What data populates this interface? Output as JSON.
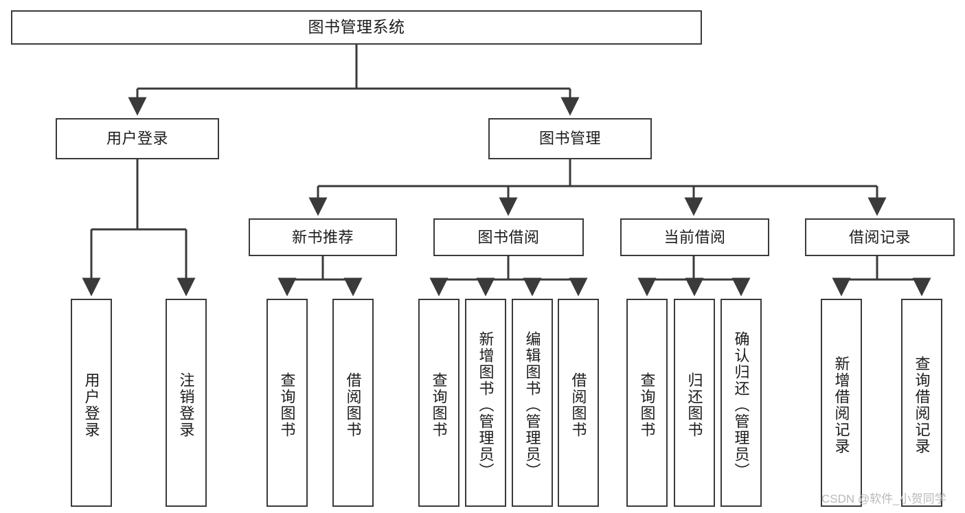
{
  "diagram": {
    "type": "tree-hierarchy",
    "title": "图书管理系统",
    "orientation": "top-down",
    "colors": {
      "box_border": "#3a3a3a",
      "box_fill": "#ffffff",
      "connector": "#3a3a3a",
      "text": "#1c1c1c",
      "watermark": "#b9b9b9",
      "background": "#ffffff"
    }
  },
  "root": {
    "label": "图书管理系统"
  },
  "level2": [
    {
      "id": "user-login",
      "label": "用户登录"
    },
    {
      "id": "book-manage",
      "label": "图书管理"
    }
  ],
  "level3": [
    {
      "id": "new-book-recommend",
      "label": "新书推荐"
    },
    {
      "id": "book-borrow",
      "label": "图书借阅"
    },
    {
      "id": "current-borrow",
      "label": "当前借阅"
    },
    {
      "id": "borrow-record",
      "label": "借阅记录"
    }
  ],
  "leaves": {
    "user_login": [
      {
        "id": "leaf-user-login",
        "label": "用户登录"
      },
      {
        "id": "leaf-logout",
        "label": "注销登录"
      }
    ],
    "new_book_recommend": [
      {
        "id": "leaf-query-book-1",
        "label": "查询图书"
      },
      {
        "id": "leaf-borrow-book-1",
        "label": "借阅图书"
      }
    ],
    "book_borrow": [
      {
        "id": "leaf-query-book-2",
        "label": "查询图书"
      },
      {
        "id": "leaf-add-book",
        "label": "新增图书（管理员）"
      },
      {
        "id": "leaf-edit-book",
        "label": "编辑图书（管理员）"
      },
      {
        "id": "leaf-borrow-book-2",
        "label": "借阅图书"
      }
    ],
    "current_borrow": [
      {
        "id": "leaf-query-book-3",
        "label": "查询图书"
      },
      {
        "id": "leaf-return-book",
        "label": "归还图书"
      },
      {
        "id": "leaf-confirm-return",
        "label": "确认归还（管理员）"
      }
    ],
    "borrow_record": [
      {
        "id": "leaf-add-record",
        "label": "新增借阅记录"
      },
      {
        "id": "leaf-query-record",
        "label": "查询借阅记录"
      }
    ]
  },
  "watermark": {
    "text": "CSDN @软件_小贺同学"
  }
}
